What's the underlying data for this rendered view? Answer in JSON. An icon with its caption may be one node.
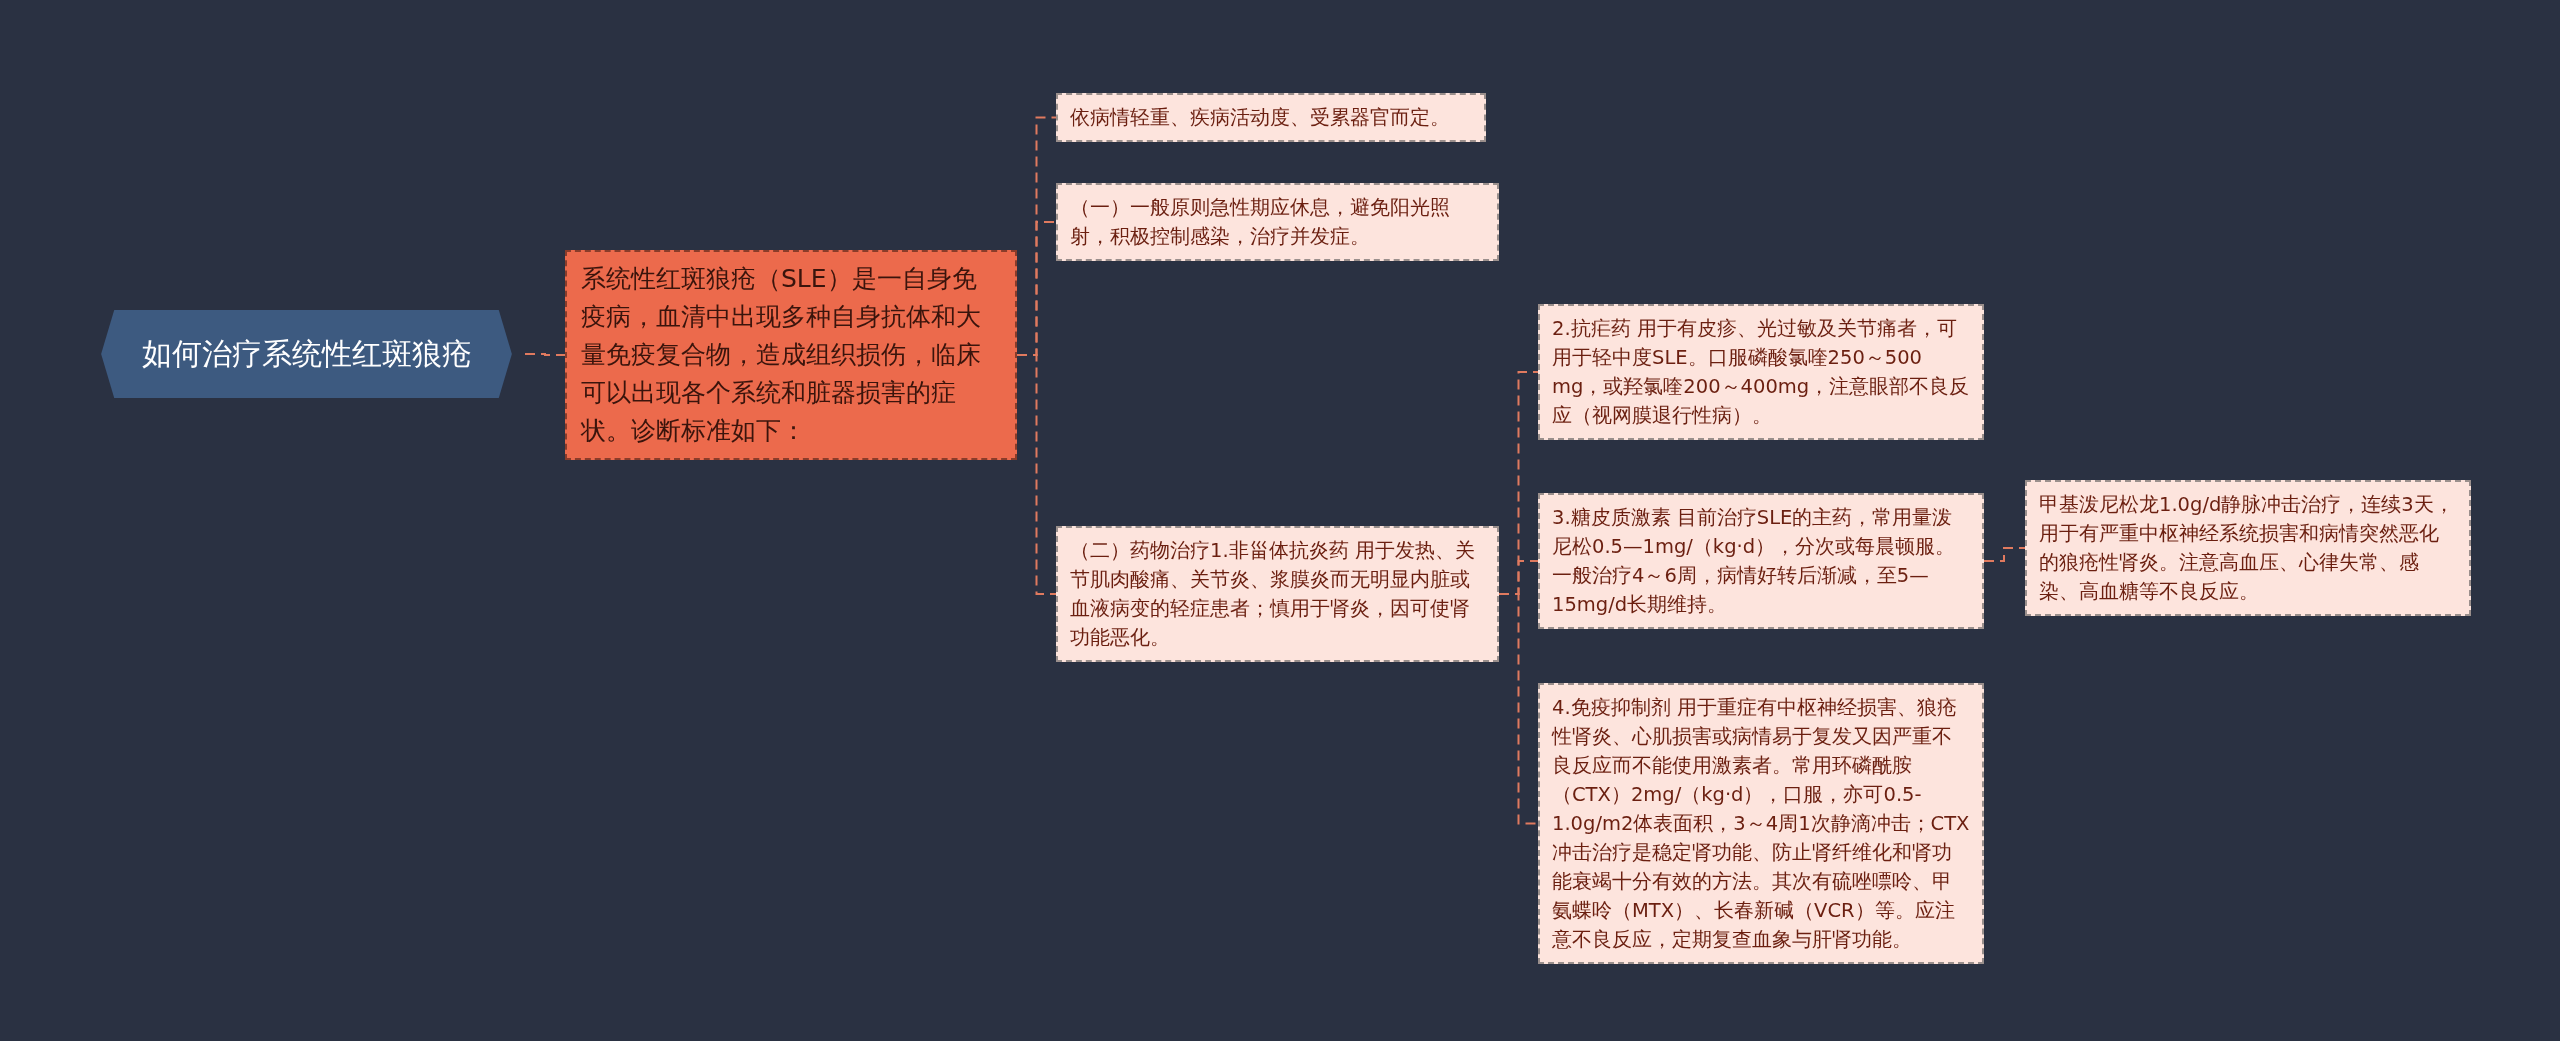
{
  "diagram": {
    "nodes": [
      {
        "text": [
          "如何治疗系统性红斑狼疮"
        ]
      },
      {
        "text": [
          "系统性红斑狼疮（SLE）是一自身免疫病，血清中出现多种自身抗体和大量免疫复合物，造成组织损伤，临床可以出现各个系统和脏器损害的症状。诊断标准如下："
        ]
      },
      {
        "text": [
          "依病情轻重、疾病活动度、受累器官而定。"
        ]
      },
      {
        "text": [
          "（一）一般原则急性期应休息，避免阳光照射，积极控制感染，治疗并发症。"
        ]
      },
      {
        "text": [
          "（二）药物治疗1.非甾体抗炎药 用于发热、关节肌肉酸痛、关节炎、浆膜炎而无明显内脏或血液病变的轻症患者；慎用于肾炎，因可使肾功能恶化。"
        ]
      },
      {
        "text": [
          "2.抗疟药 用于有皮疹、光过敏及关节痛者，可用于轻中度SLE。口服磷酸氯喹250～500 mg，或羟氯喹200～400mg，注意眼部不良反应（视网膜退行性病）。"
        ]
      },
      {
        "text": [
          "3.糖皮质激素 目前治疗SLE的主药，常用量泼尼松0.5—1mg/（kg·d），分次或每晨顿服。一般治疗4～6周，病情好转后渐减，至5—15mg/d长期维持。"
        ]
      },
      {
        "text": [
          "4.免疫抑制剂 用于重症有中枢神经损害、狼疮性肾炎、心肌损害或病情易于复发又因严重不良反应而不能使用激素者。常用环磷酰胺（CTX）2mg/（kg·d），口服，亦可0.5-1.0g/m2体表面积，3～4周1次静滴冲击；CTX冲击治疗是稳定肾功能、防止肾纤维化和肾功能衰竭十分有效的方法。其次有硫唑嘌呤、甲氨蝶呤（MTX）、长春新碱（VCR）等。应注意不良反应，定期复查血象与肝肾功能。"
        ]
      },
      {
        "text": [
          "甲基泼尼松龙1.0g/d静脉冲击治疗，连续3天，用于有严重中枢神经系统损害和病情突然恶化的狼疮性肾炎。注意高血压、心律失常、感染、高血糖等不良反应。"
        ]
      }
    ],
    "edges": [
      {
        "from": 0,
        "to": 1,
        "arrow": "none"
      },
      {
        "from": 1,
        "to": 2,
        "arrow": "none"
      },
      {
        "from": 1,
        "to": 3,
        "arrow": "none"
      },
      {
        "from": 1,
        "to": 4,
        "arrow": "none"
      },
      {
        "from": 4,
        "to": 5,
        "arrow": "none"
      },
      {
        "from": 4,
        "to": 6,
        "arrow": "none"
      },
      {
        "from": 4,
        "to": 7,
        "arrow": "none"
      },
      {
        "from": 6,
        "to": 8,
        "arrow": "none"
      }
    ]
  }
}
